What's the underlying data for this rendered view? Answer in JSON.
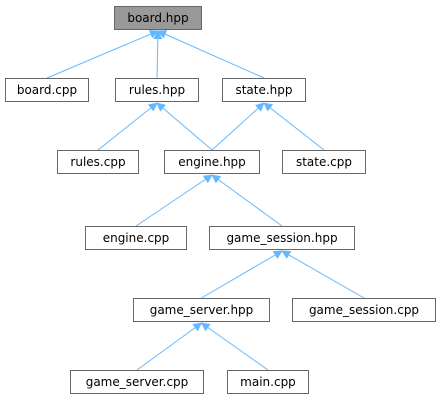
{
  "colors": {
    "edge": "#63b8ff",
    "node_border": "#666666",
    "root_fill": "#999999",
    "node_fill": "#ffffff"
  },
  "nodes": {
    "board_hpp": "board.hpp",
    "board_cpp": "board.cpp",
    "rules_hpp": "rules.hpp",
    "state_hpp": "state.hpp",
    "rules_cpp": "rules.cpp",
    "engine_hpp": "engine.hpp",
    "state_cpp": "state.cpp",
    "engine_cpp": "engine.cpp",
    "game_session_hpp": "game_session.hpp",
    "game_server_hpp": "game_server.hpp",
    "game_session_cpp": "game_session.cpp",
    "game_server_cpp": "game_server.cpp",
    "main_cpp": "main.cpp"
  },
  "edges": [
    [
      "board_hpp",
      "board_cpp"
    ],
    [
      "board_hpp",
      "rules_hpp"
    ],
    [
      "board_hpp",
      "state_hpp"
    ],
    [
      "rules_hpp",
      "rules_cpp"
    ],
    [
      "rules_hpp",
      "engine_hpp"
    ],
    [
      "state_hpp",
      "engine_hpp"
    ],
    [
      "state_hpp",
      "state_cpp"
    ],
    [
      "engine_hpp",
      "engine_cpp"
    ],
    [
      "engine_hpp",
      "game_session_hpp"
    ],
    [
      "game_session_hpp",
      "game_server_hpp"
    ],
    [
      "game_session_hpp",
      "game_session_cpp"
    ],
    [
      "game_server_hpp",
      "game_server_cpp"
    ],
    [
      "game_server_hpp",
      "main_cpp"
    ]
  ]
}
